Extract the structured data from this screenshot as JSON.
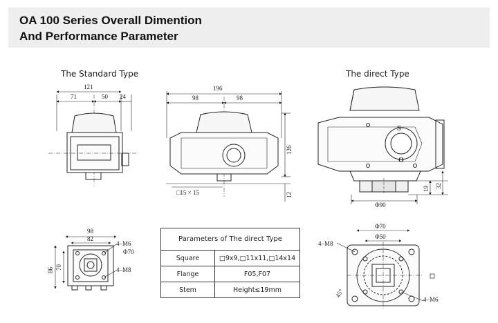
{
  "header": {
    "line1": "OA 100  Series Overall Dimention",
    "line2": "And Performance Parameter",
    "background": "#eeeeee"
  },
  "captions": {
    "standard_type": "The Standard Type",
    "direct_type": "The direct Type"
  },
  "standard_front": {
    "dim_total": "121",
    "dim_left": "71",
    "dim_right": "50",
    "dim_side": "24"
  },
  "standard_side": {
    "dim_total": "196",
    "dim_left": "98",
    "dim_right": "98",
    "dim_height": "126",
    "dim_base": "12",
    "square_label": "□15 × 15"
  },
  "standard_bottom": {
    "dim_outer": "98",
    "dim_inner": "82",
    "dim_height_outer": "86",
    "dim_height_inner": "70",
    "label_m6": "4–M6",
    "label_phi70": "Φ70",
    "label_m8": "4–M8"
  },
  "direct_top": {
    "label_s": "S",
    "label_o": "O",
    "dim_19": "19",
    "dim_32": "32",
    "dim_phi90": "Φ90"
  },
  "direct_flange": {
    "dim_phi70": "Φ70",
    "dim_phi50": "Φ50",
    "label_m8": "4–M8",
    "label_m6": "4–M6",
    "angle": "45°",
    "square_mark": "□"
  },
  "parameters": {
    "title": "Parameters of The direct Type",
    "rows": [
      {
        "key": "Square",
        "value": "□9x9,□11x11,□14x14"
      },
      {
        "key": "Flange",
        "value": "F05,F07"
      },
      {
        "key": "Stem",
        "value": "Height≤19mm"
      }
    ]
  }
}
